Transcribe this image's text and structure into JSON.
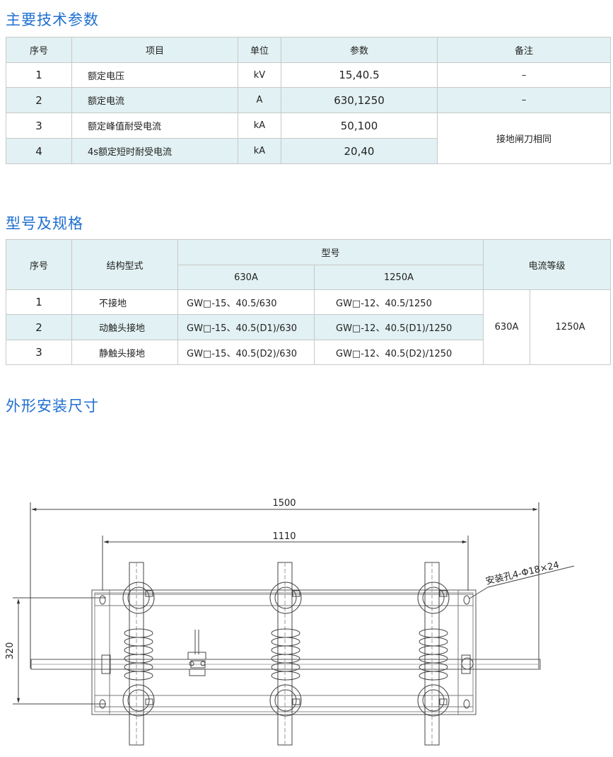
{
  "sections": {
    "params_title": "主要技术参数",
    "models_title": "型号及规格",
    "dims_title": "外形安装尺寸"
  },
  "params_table": {
    "headers": [
      "序号",
      "项目",
      "单位",
      "参数",
      "备注"
    ],
    "rows": [
      {
        "no": "1",
        "item": "额定电压",
        "unit": "kV",
        "value": "15,40.5",
        "note": "–"
      },
      {
        "no": "2",
        "item": "额定电流",
        "unit": "A",
        "value": "630,1250",
        "note": "–"
      },
      {
        "no": "3",
        "item": "额定峰值耐受电流",
        "unit": "kA",
        "value": "50,100"
      },
      {
        "no": "4",
        "item": "4s额定短时耐受电流",
        "unit": "kA",
        "value": "20,40"
      }
    ],
    "merged_note": "接地闸刀相同"
  },
  "models_table": {
    "headers": {
      "no": "序号",
      "structure": "结构型式",
      "model": "型号",
      "a630": "630A",
      "a1250": "1250A",
      "grade": "电流等级"
    },
    "rows": [
      {
        "no": "1",
        "structure": "不接地",
        "m630": "GW□-15、40.5/630",
        "m1250": "GW□-12、40.5/1250"
      },
      {
        "no": "2",
        "structure": "动触头接地",
        "m630": "GW□-15、40.5(D1)/630",
        "m1250": "GW□-12、40.5(D1)/1250"
      },
      {
        "no": "3",
        "structure": "静触头接地",
        "m630": "GW□-15、40.5(D2)/630",
        "m1250": "GW□-12、40.5(D2)/1250"
      }
    ],
    "grade_630": "630A",
    "grade_1250": "1250A"
  },
  "drawing": {
    "dim_total": "1500",
    "dim_center": "1110",
    "dim_height": "320",
    "hole_label": "安装孔4-Φ18×24"
  },
  "colors": {
    "accent": "#1f6fd0",
    "shade": "#e2f1f3",
    "border": "#c8c8c8"
  }
}
